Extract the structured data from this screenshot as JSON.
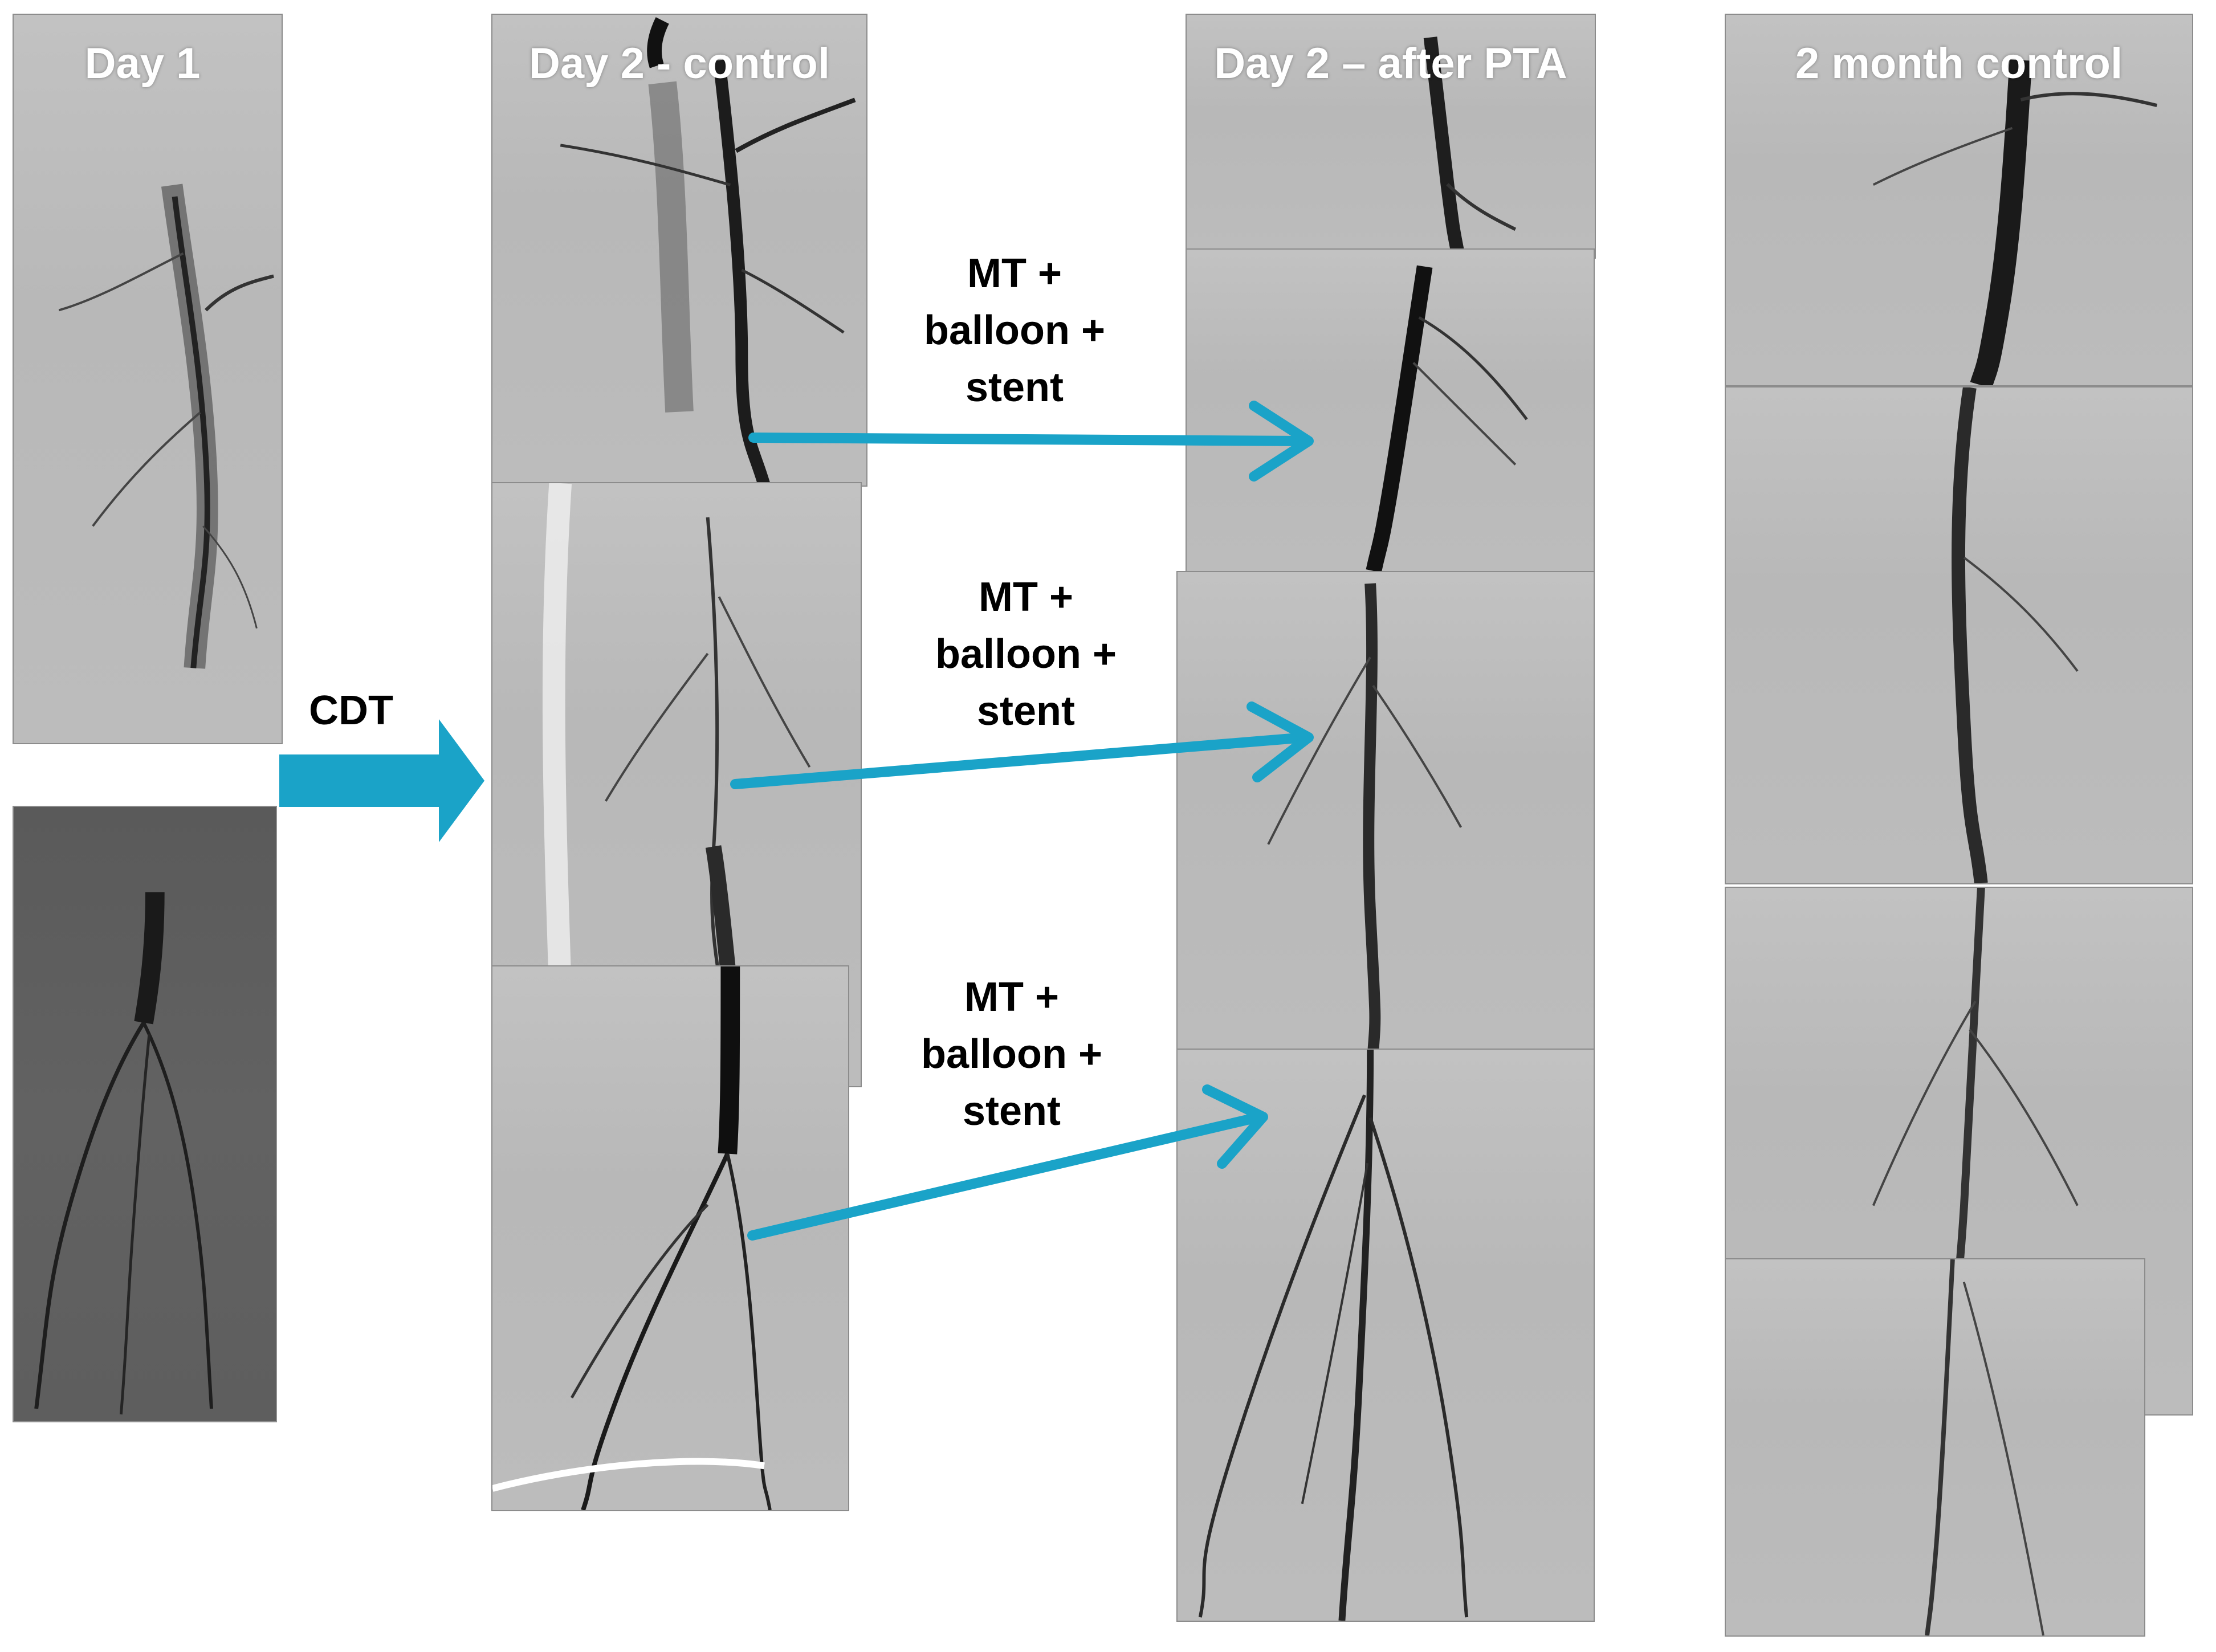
{
  "columns": {
    "day1": "Day 1",
    "day2_control": "Day 2 - control",
    "day2_after": "Day 2 – after PTA",
    "month2": "2 month control"
  },
  "transition": {
    "label": "CDT"
  },
  "interventions": [
    {
      "line1": "MT  +",
      "line2": "balloon +",
      "line3": "stent"
    },
    {
      "line1": "MT +",
      "line2": "balloon +",
      "line3": "stent"
    },
    {
      "line1": "MT +",
      "line2": "balloon +",
      "line3": "stent"
    }
  ],
  "colors": {
    "arrow": "#1aa3c8",
    "vessel": "#1e1e1e",
    "label_light": "#ffffff",
    "label_dark": "#000000"
  }
}
